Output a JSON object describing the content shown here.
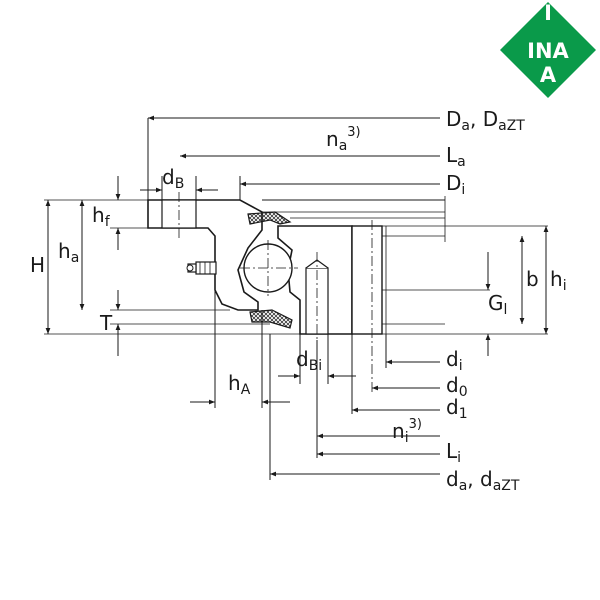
{
  "brand": {
    "logo_text": "INA",
    "logo_color": "#0a9a4a"
  },
  "labels": {
    "Da": "D",
    "Da_sub": "a",
    "DaZT_sep": ", ",
    "DaZT": "D",
    "DaZT_sub": "aZT",
    "na": "n",
    "na_sub": "a",
    "na_sup": "3)",
    "La": "L",
    "La_sub": "a",
    "Di": "D",
    "Di_sub": "i",
    "dB": "d",
    "dB_sub": "B",
    "hf": "h",
    "hf_sub": "f",
    "H": "H",
    "ha": "h",
    "ha_sub": "a",
    "T": "T",
    "b": "b",
    "hi": "h",
    "hi_sub": "i",
    "Gl": "G",
    "Gl_sub": "l",
    "dBi": "d",
    "dBi_sub": "Bi",
    "di": "d",
    "di_sub": "i",
    "d0": "d",
    "d0_sub": "0",
    "d1": "d",
    "d1_sub": "1",
    "ni": "n",
    "ni_sub": "i",
    "ni_sup": "3)",
    "Li": "L",
    "Li_sub": "i",
    "hA": "h",
    "hA_sub": "A",
    "da": "d",
    "da_sub": "a",
    "daZT_sep": ", ",
    "daZT": "d",
    "daZT_sub": "aZT"
  }
}
